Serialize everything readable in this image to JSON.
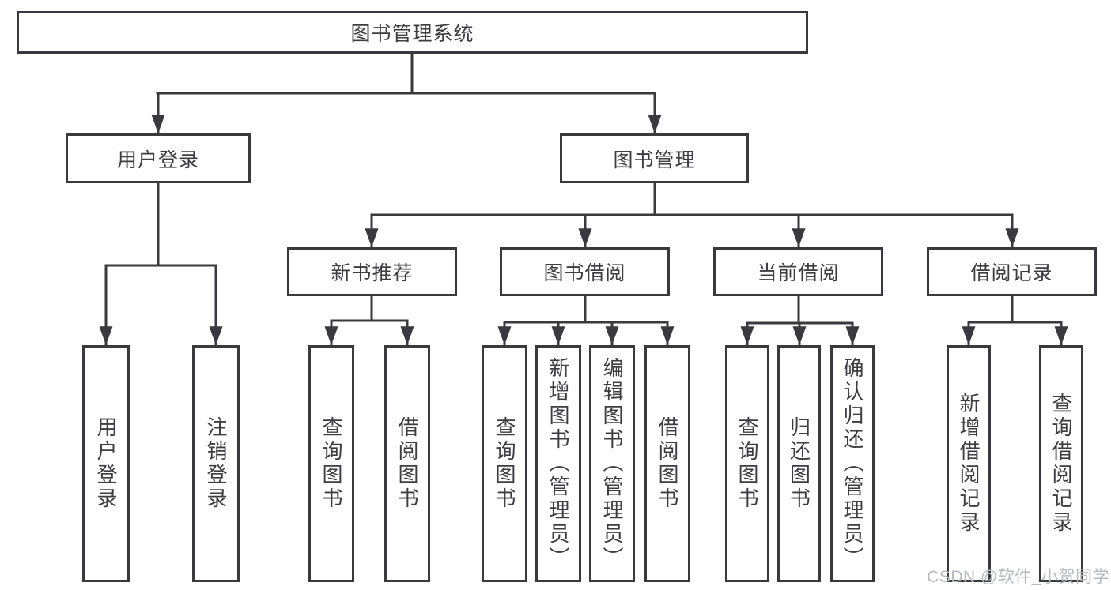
{
  "diagram_title": "图书管理系统",
  "tree": {
    "label": "图书管理系统",
    "children": [
      {
        "label": "用户登录",
        "children": [
          {
            "label": "用户登录"
          },
          {
            "label": "注销登录"
          }
        ]
      },
      {
        "label": "图书管理",
        "children": [
          {
            "label": "新书推荐",
            "children": [
              {
                "label": "查询图书"
              },
              {
                "label": "借阅图书"
              }
            ]
          },
          {
            "label": "图书借阅",
            "children": [
              {
                "label": "查询图书"
              },
              {
                "label": "新增图书（管理员）"
              },
              {
                "label": "编辑图书（管理员）"
              },
              {
                "label": "借阅图书"
              }
            ]
          },
          {
            "label": "当前借阅",
            "children": [
              {
                "label": "查询图书"
              },
              {
                "label": "归还图书"
              },
              {
                "label": "确认归还（管理员）"
              }
            ]
          },
          {
            "label": "借阅记录",
            "children": [
              {
                "label": "新增借阅记录"
              },
              {
                "label": "查询借阅记录"
              }
            ]
          }
        ]
      }
    ]
  },
  "watermark": "CSDN @软件_小贺同学",
  "colors": {
    "line": "#3a3a3e",
    "text": "#3d3d42",
    "box_background": "#ffffff",
    "watermark": "#b6bac1",
    "page_background": "#ffffff"
  }
}
